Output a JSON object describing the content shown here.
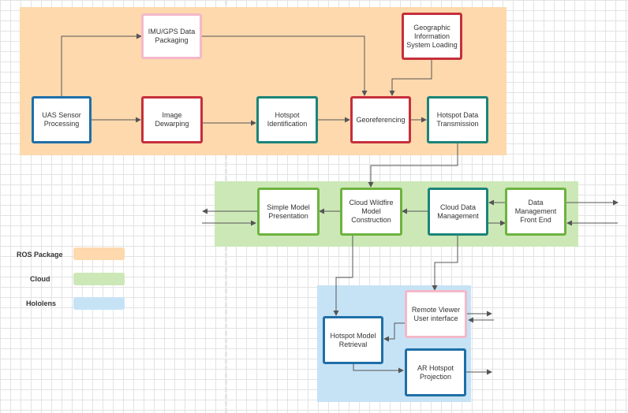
{
  "colors": {
    "ros_package": "#fdd9ad",
    "cloud": "#cde8b7",
    "hololens": "#c6e3f6",
    "border_red": "#c62f3c",
    "border_pink": "#f4b8c9",
    "border_blue": "#1f6fa8",
    "border_teal": "#1b8478",
    "border_green": "#6db33f"
  },
  "nodes": {
    "imu_gps": "IMU/GPS Data Packaging",
    "geographic_info": "Geographic Information System Loading",
    "uas_sensor": "UAS Sensor Processing",
    "image_dewarping": "Image Dewarping",
    "hotspot_identification": "Hotspot Identification",
    "georeferencing": "Georeferencing",
    "hotspot_transmission": "Hotspot Data Transmission",
    "simple_model": "Simple Model Presentation",
    "cloud_wildfire": "Cloud Wildfire Model Construction",
    "cloud_data_mgmt": "Cloud Data Management",
    "data_mgmt_front": "Data Management Front End",
    "remote_viewer": "Remote Viewer User interface",
    "hotspot_model_retrieval": "Hotspot Model Retrieval",
    "ar_projection": "AR Hotspot Projection"
  },
  "legend": [
    {
      "label": "ROS Package",
      "color": "#fdd9ad"
    },
    {
      "label": "Cloud",
      "color": "#cde8b7"
    },
    {
      "label": "Hololens",
      "color": "#c6e3f6"
    }
  ]
}
